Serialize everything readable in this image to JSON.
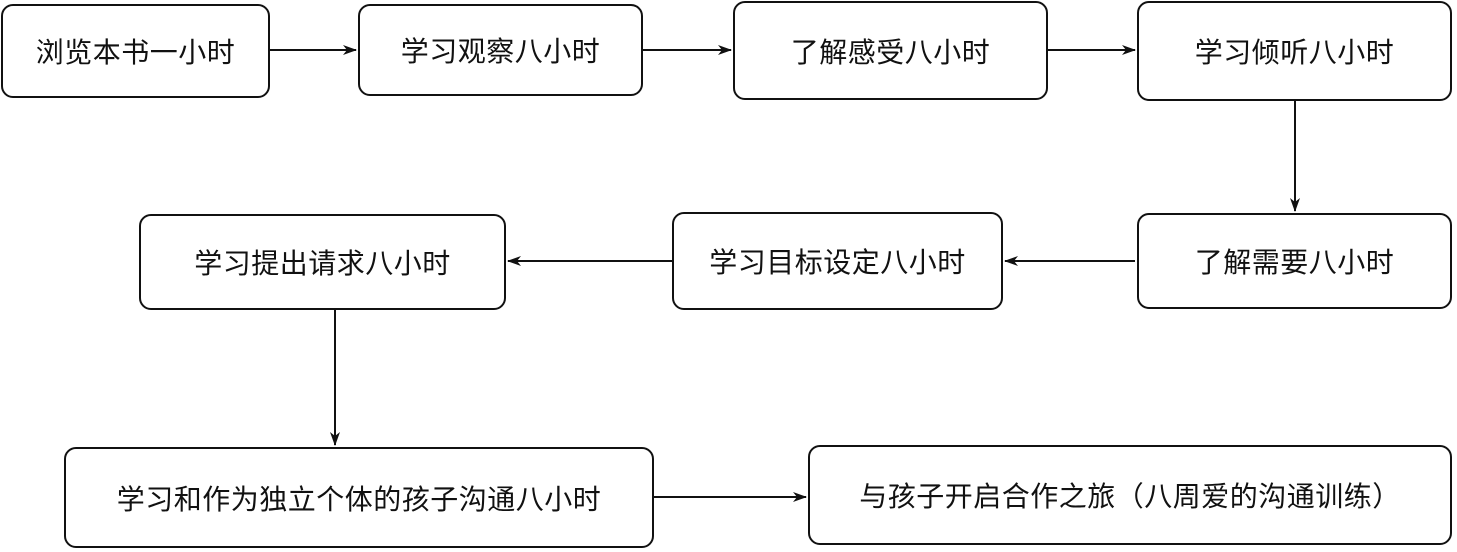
{
  "flow": {
    "nodes": [
      {
        "id": "n1",
        "label": "浏览本书一小时"
      },
      {
        "id": "n2",
        "label": "学习观察八小时"
      },
      {
        "id": "n3",
        "label": "了解感受八小时"
      },
      {
        "id": "n4",
        "label": "学习倾听八小时"
      },
      {
        "id": "n5",
        "label": "了解需要八小时"
      },
      {
        "id": "n6",
        "label": "学习目标设定八小时"
      },
      {
        "id": "n7",
        "label": "学习提出请求八小时"
      },
      {
        "id": "n8",
        "label": "学习和作为独立个体的孩子沟通八小时"
      },
      {
        "id": "n9",
        "label": "与孩子开启合作之旅（八周爱的沟通训练）"
      }
    ],
    "edges": [
      {
        "from": "n1",
        "to": "n2"
      },
      {
        "from": "n2",
        "to": "n3"
      },
      {
        "from": "n3",
        "to": "n4"
      },
      {
        "from": "n4",
        "to": "n5"
      },
      {
        "from": "n5",
        "to": "n6"
      },
      {
        "from": "n6",
        "to": "n7"
      },
      {
        "from": "n7",
        "to": "n8"
      },
      {
        "from": "n8",
        "to": "n9"
      }
    ]
  }
}
